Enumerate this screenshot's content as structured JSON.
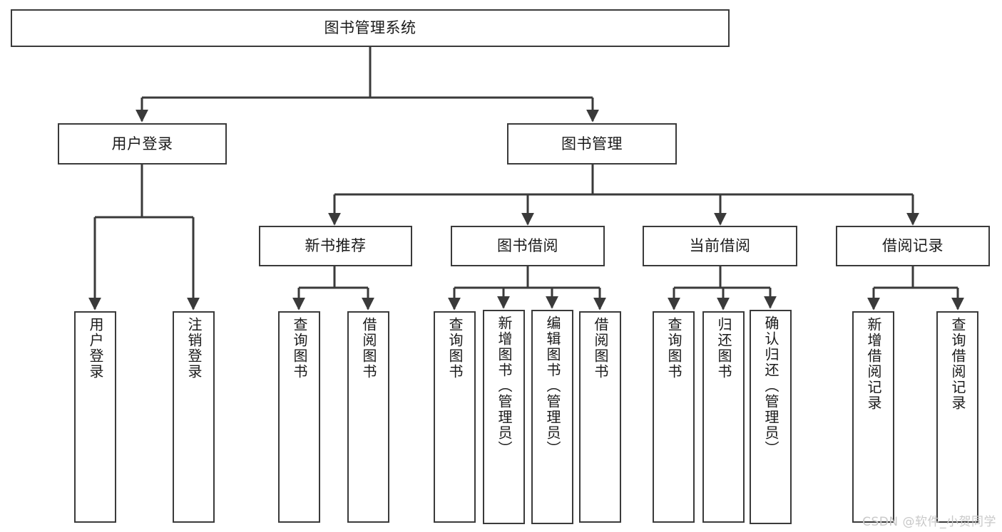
{
  "diagram": {
    "title": "图书管理系统",
    "stroke_color": "#3a3a3a",
    "fill_color": "#ffffff",
    "text_color": "#1a1a1a",
    "nodes": {
      "root": {
        "label": "图书管理系统"
      },
      "level2": [
        {
          "id": "user-login",
          "label": "用户登录"
        },
        {
          "id": "book-manage",
          "label": "图书管理"
        }
      ],
      "level3": [
        {
          "id": "new-book-recommend",
          "label": "新书推荐"
        },
        {
          "id": "book-borrow",
          "label": "图书借阅"
        },
        {
          "id": "current-borrow",
          "label": "当前借阅"
        },
        {
          "id": "borrow-record",
          "label": "借阅记录"
        }
      ],
      "leaves": {
        "user_login": [
          {
            "id": "leaf-user-login",
            "label": "用户登录"
          },
          {
            "id": "leaf-logout-login",
            "label": "注销登录"
          }
        ],
        "new_book_recommend": [
          {
            "id": "leaf-query-book-1",
            "label": "查询图书"
          },
          {
            "id": "leaf-borrow-book-1",
            "label": "借阅图书"
          }
        ],
        "book_borrow": [
          {
            "id": "leaf-query-book-2",
            "label": "查询图书"
          },
          {
            "id": "leaf-add-book",
            "label": "新增图书（管理员）"
          },
          {
            "id": "leaf-edit-book",
            "label": "编辑图书（管理员）"
          },
          {
            "id": "leaf-borrow-book-2",
            "label": "借阅图书"
          }
        ],
        "current_borrow": [
          {
            "id": "leaf-query-book-3",
            "label": "查询图书"
          },
          {
            "id": "leaf-return-book",
            "label": "归还图书"
          },
          {
            "id": "leaf-confirm-return",
            "label": "确认归还（管理员）"
          }
        ],
        "borrow_record": [
          {
            "id": "leaf-add-record",
            "label": "新增借阅记录"
          },
          {
            "id": "leaf-query-record",
            "label": "查询借阅记录"
          }
        ]
      }
    }
  },
  "watermark": {
    "text": "CSDN @软件_小贺同学"
  }
}
